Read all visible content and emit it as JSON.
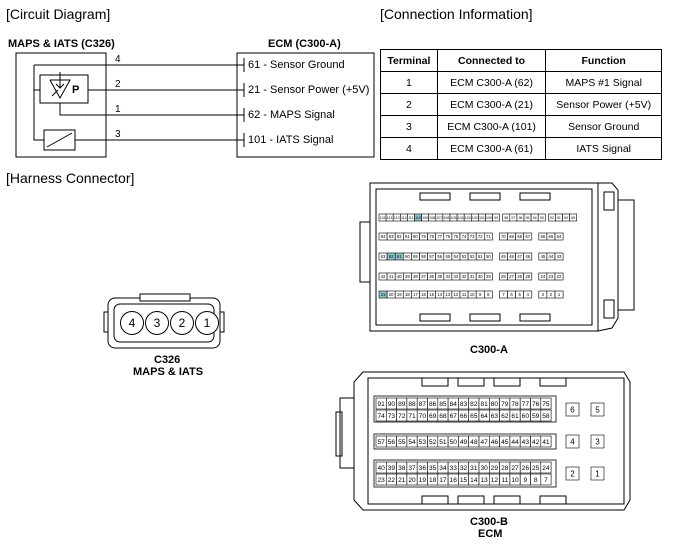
{
  "sections": {
    "circuit": "[Circuit Diagram]",
    "connection": "[Connection Information]",
    "harness": "[Harness Connector]"
  },
  "circuit": {
    "left_title": "MAPS & IATS (C326)",
    "right_title": "ECM (C300-A)",
    "pins": [
      "4",
      "2",
      "1",
      "3"
    ],
    "p_label": "P",
    "signals": [
      "61 - Sensor Ground",
      "21 - Sensor Power (+5V)",
      "62 - MAPS Signal",
      "101 - IATS Signal"
    ]
  },
  "table": {
    "headers": [
      "Terminal",
      "Connected to",
      "Function"
    ],
    "rows": [
      [
        "1",
        "ECM C300-A (62)",
        "MAPS #1 Signal"
      ],
      [
        "2",
        "ECM C300-A (21)",
        "Sensor Power (+5V)"
      ],
      [
        "3",
        "ECM C300-A (101)",
        "Sensor Ground"
      ],
      [
        "4",
        "ECM C300-A (61)",
        "IATS Signal"
      ]
    ]
  },
  "c326": {
    "pins": [
      "4",
      "3",
      "2",
      "1"
    ],
    "label1": "C326",
    "label2": "MAPS & IATS"
  },
  "c300a": {
    "label": "C300-A",
    "rows": [
      [
        "115",
        "114",
        "113",
        "112",
        "111",
        "110",
        "109",
        "108",
        "107",
        "106",
        "105",
        "104",
        "103",
        "102",
        "101",
        "100",
        "99",
        "98",
        "97",
        "96",
        "95",
        "94",
        "93",
        "92",
        "91",
        "90",
        "89"
      ],
      [
        "84",
        "83",
        "82",
        "81",
        "80",
        "79",
        "78",
        "77",
        "76",
        "75",
        "74",
        "73",
        "72",
        "71",
        "70",
        "69",
        "68",
        "67",
        "66",
        "65",
        "64"
      ],
      [
        "63",
        "62",
        "61",
        "60",
        "59",
        "58",
        "57",
        "56",
        "55",
        "54",
        "53",
        "52",
        "51",
        "50",
        "49",
        "48",
        "47",
        "46",
        "45",
        "44",
        "43"
      ],
      [
        "42",
        "41",
        "40",
        "39",
        "38",
        "37",
        "36",
        "35",
        "34",
        "33",
        "32",
        "31",
        "30",
        "29",
        "28",
        "27",
        "26",
        "25",
        "24",
        "23",
        "22"
      ],
      [
        "21",
        "20",
        "19",
        "18",
        "17",
        "16",
        "15",
        "14",
        "13",
        "12",
        "11",
        "10",
        "9",
        "8",
        "7",
        "6",
        "5",
        "4",
        "3",
        "2",
        "1"
      ]
    ],
    "highlight": [
      "110",
      "62",
      "61",
      "21"
    ]
  },
  "c300b": {
    "label1": "C300-B",
    "label2": "ECM",
    "rows": [
      [
        "91",
        "90",
        "89",
        "88",
        "87",
        "86",
        "85",
        "84",
        "83",
        "82",
        "81",
        "80",
        "79",
        "78",
        "77",
        "76",
        "75"
      ],
      [
        "74",
        "73",
        "72",
        "71",
        "70",
        "69",
        "68",
        "67",
        "66",
        "65",
        "64",
        "63",
        "62",
        "61",
        "60",
        "59",
        "58"
      ],
      [
        "57",
        "56",
        "55",
        "54",
        "53",
        "52",
        "51",
        "50",
        "49",
        "48",
        "47",
        "46",
        "45",
        "44",
        "43",
        "42",
        "41"
      ],
      [
        "40",
        "39",
        "38",
        "37",
        "36",
        "35",
        "34",
        "33",
        "32",
        "31",
        "30",
        "29",
        "28",
        "27",
        "26",
        "25",
        "24"
      ],
      [
        "23",
        "22",
        "21",
        "20",
        "19",
        "18",
        "17",
        "16",
        "15",
        "14",
        "13",
        "12",
        "11",
        "10",
        "9",
        "8",
        "7"
      ]
    ],
    "big": [
      "6",
      "5",
      "4",
      "3",
      "2",
      "1"
    ]
  }
}
